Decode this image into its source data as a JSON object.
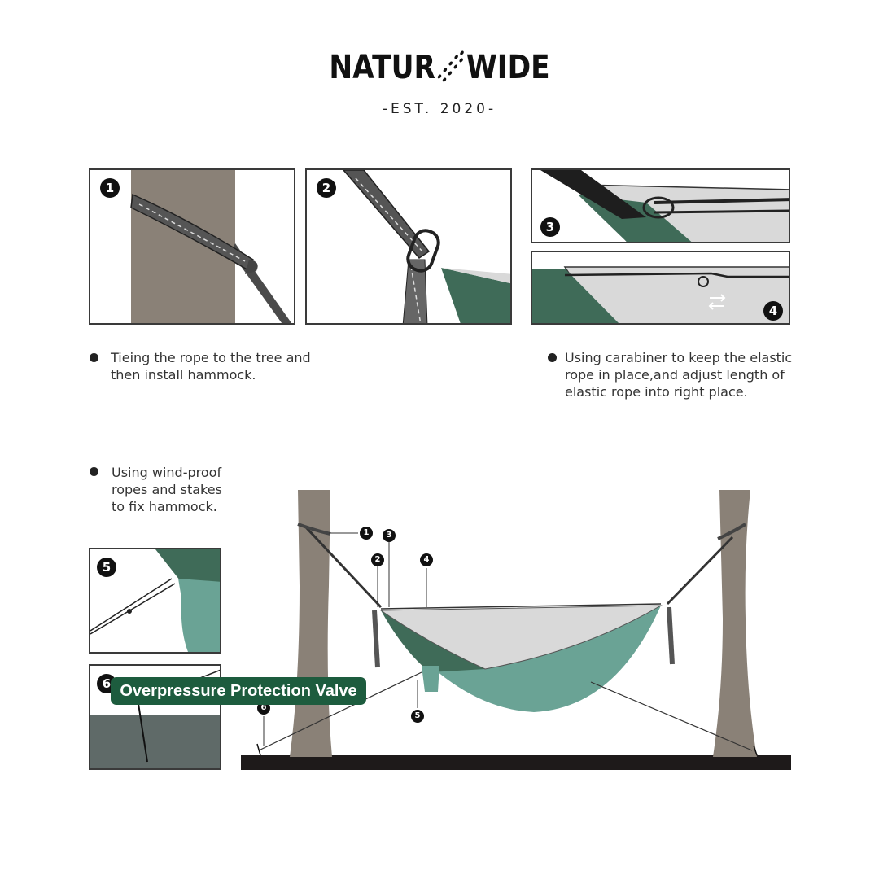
{
  "header": {
    "brand_left": "NATUR",
    "brand_right": "WIDE",
    "established": "-EST. 2020-"
  },
  "steps": {
    "step1": "1",
    "step2": "2",
    "step3": "3",
    "step4": "4",
    "step5": "5",
    "step6": "6"
  },
  "instructions": {
    "tree_line1": "Tieing the rope to the tree and",
    "tree_line2": "then install hammock.",
    "carabiner_line1": "Using carabiner to keep the elastic",
    "carabiner_line2": "rope in place,and adjust length of",
    "carabiner_line3": "elastic rope into right place.",
    "windproof_line1": "Using wind-proof",
    "windproof_line2": "ropes and stakes",
    "windproof_line3": "to fix hammock."
  },
  "badge": {
    "label": "Overpressure Protection Valve"
  },
  "colors": {
    "tree": "#8a8177",
    "hammock_dark": "#3f6b58",
    "hammock_light": "#6aa395",
    "net": "#d9d9d9",
    "ground": "#1e1a1a",
    "badge": "#1d5c3e"
  }
}
